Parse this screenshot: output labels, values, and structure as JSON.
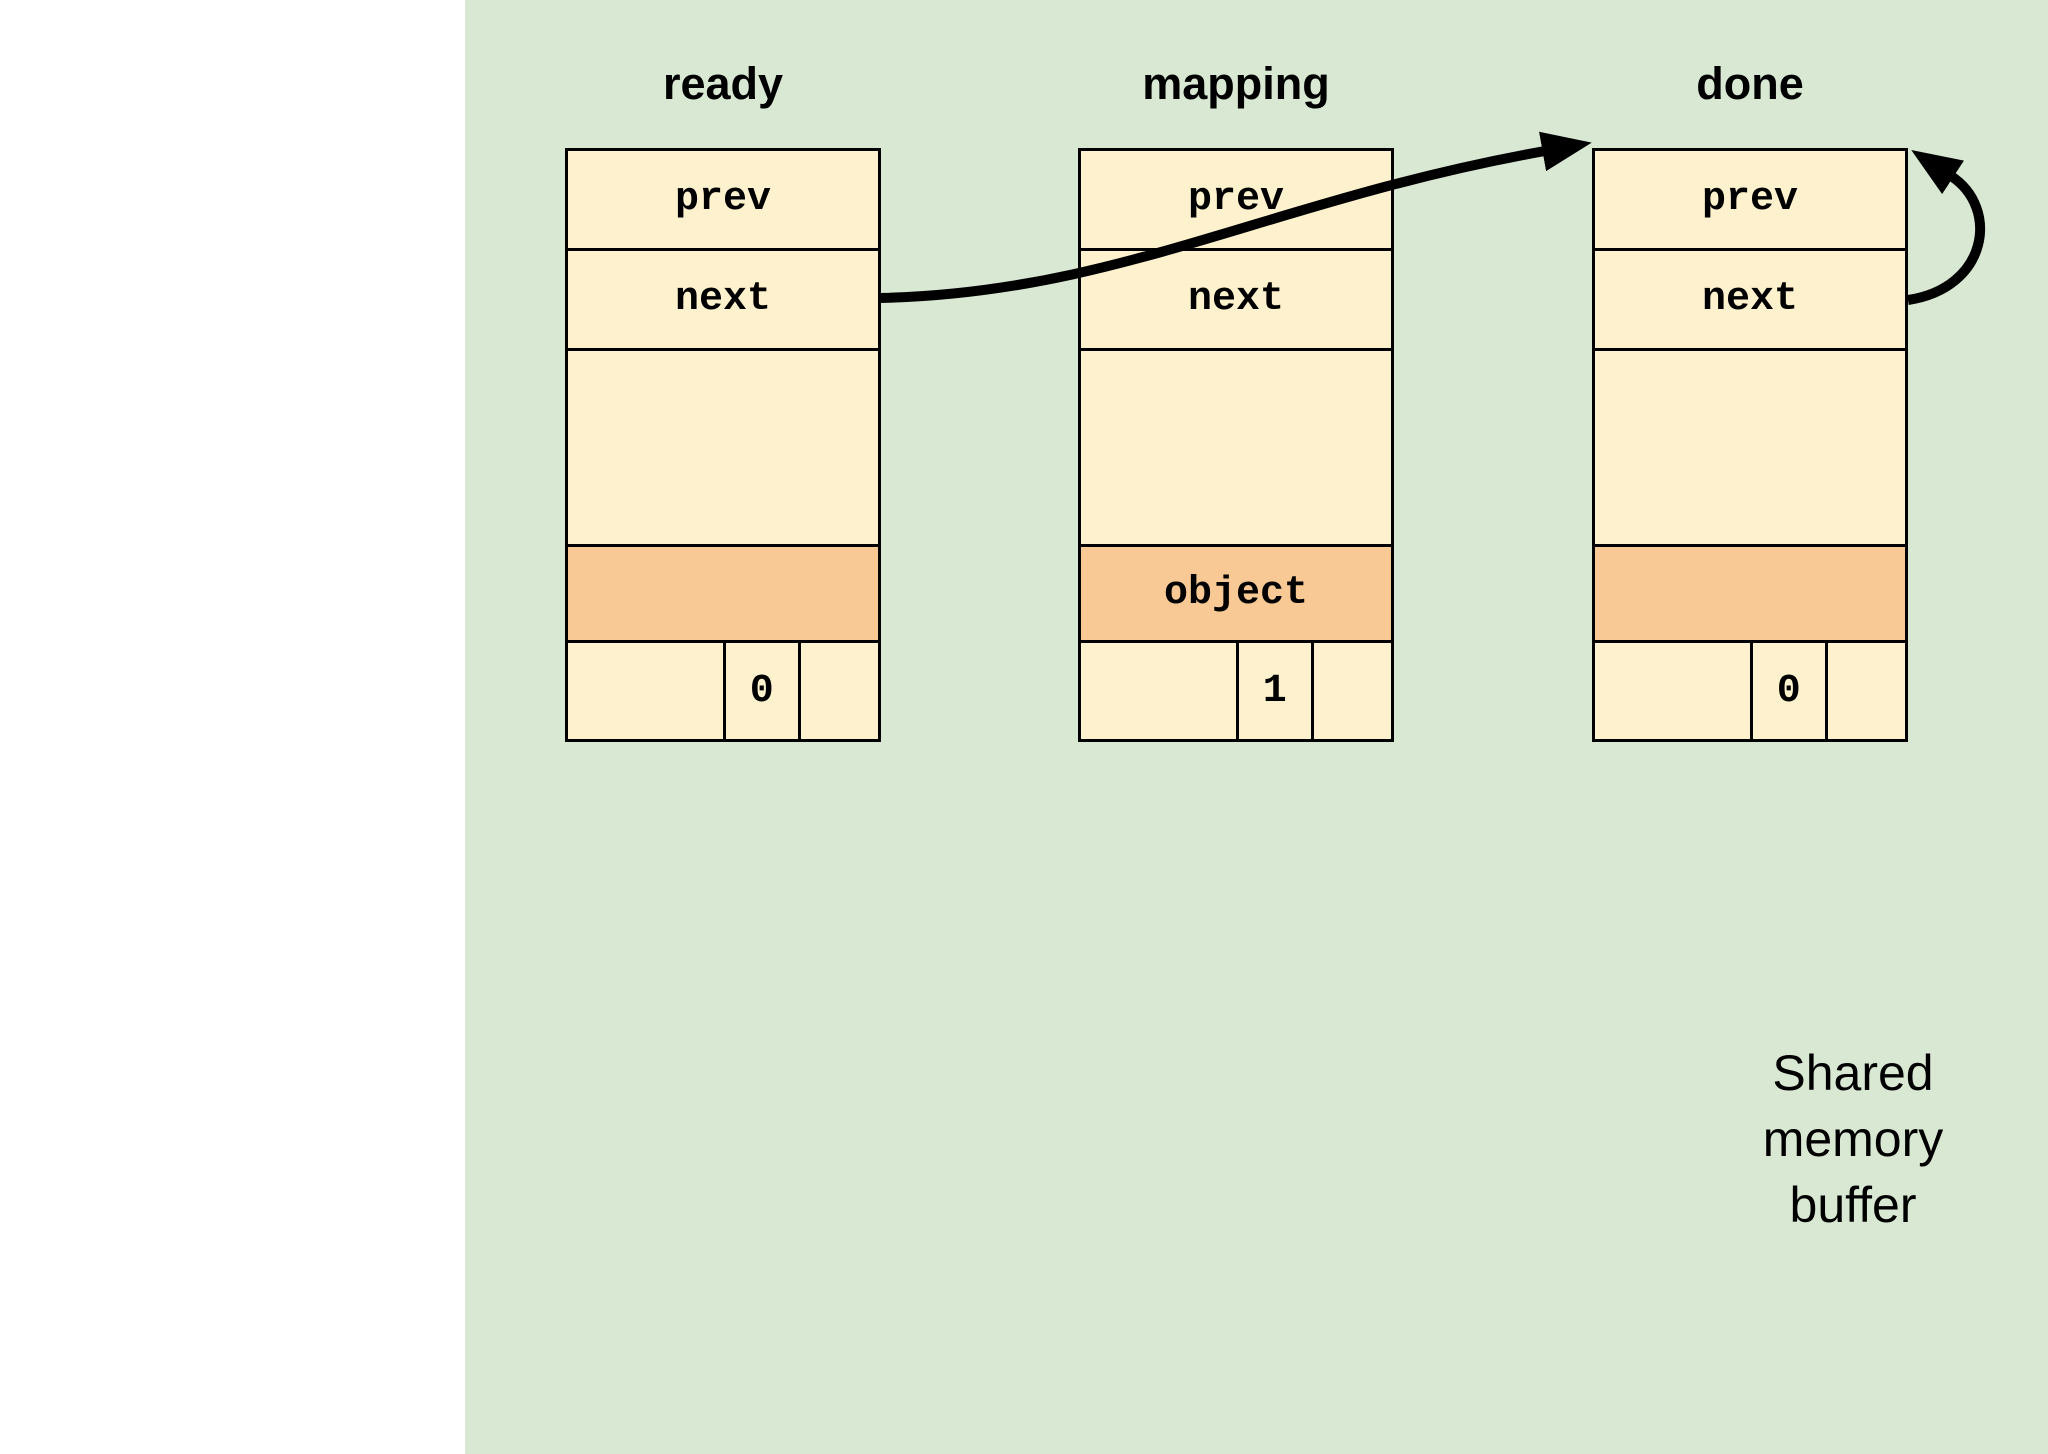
{
  "colors": {
    "background_green": "#d8e8d2",
    "cell_cream": "#fdf2cd",
    "cell_orange": "#f8c995",
    "ink": "#000000",
    "page_white": "#ffffff"
  },
  "nodes": [
    {
      "label": "ready",
      "fields": {
        "prev": "prev",
        "next": "next",
        "object": "",
        "count": "0"
      }
    },
    {
      "label": "mapping",
      "fields": {
        "prev": "prev",
        "next": "next",
        "object": "object",
        "count": "1"
      }
    },
    {
      "label": "done",
      "fields": {
        "prev": "prev",
        "next": "next",
        "object": "",
        "count": "0"
      }
    }
  ],
  "caption": {
    "line1": "Shared",
    "line2": "memory",
    "line3": "buffer"
  },
  "arrows": [
    {
      "name": "ready-next-to-done",
      "from": "ready.next",
      "to": "done top-left corner"
    },
    {
      "name": "done-next-self-loop",
      "from": "done.next",
      "to": "done top-right corner"
    }
  ]
}
